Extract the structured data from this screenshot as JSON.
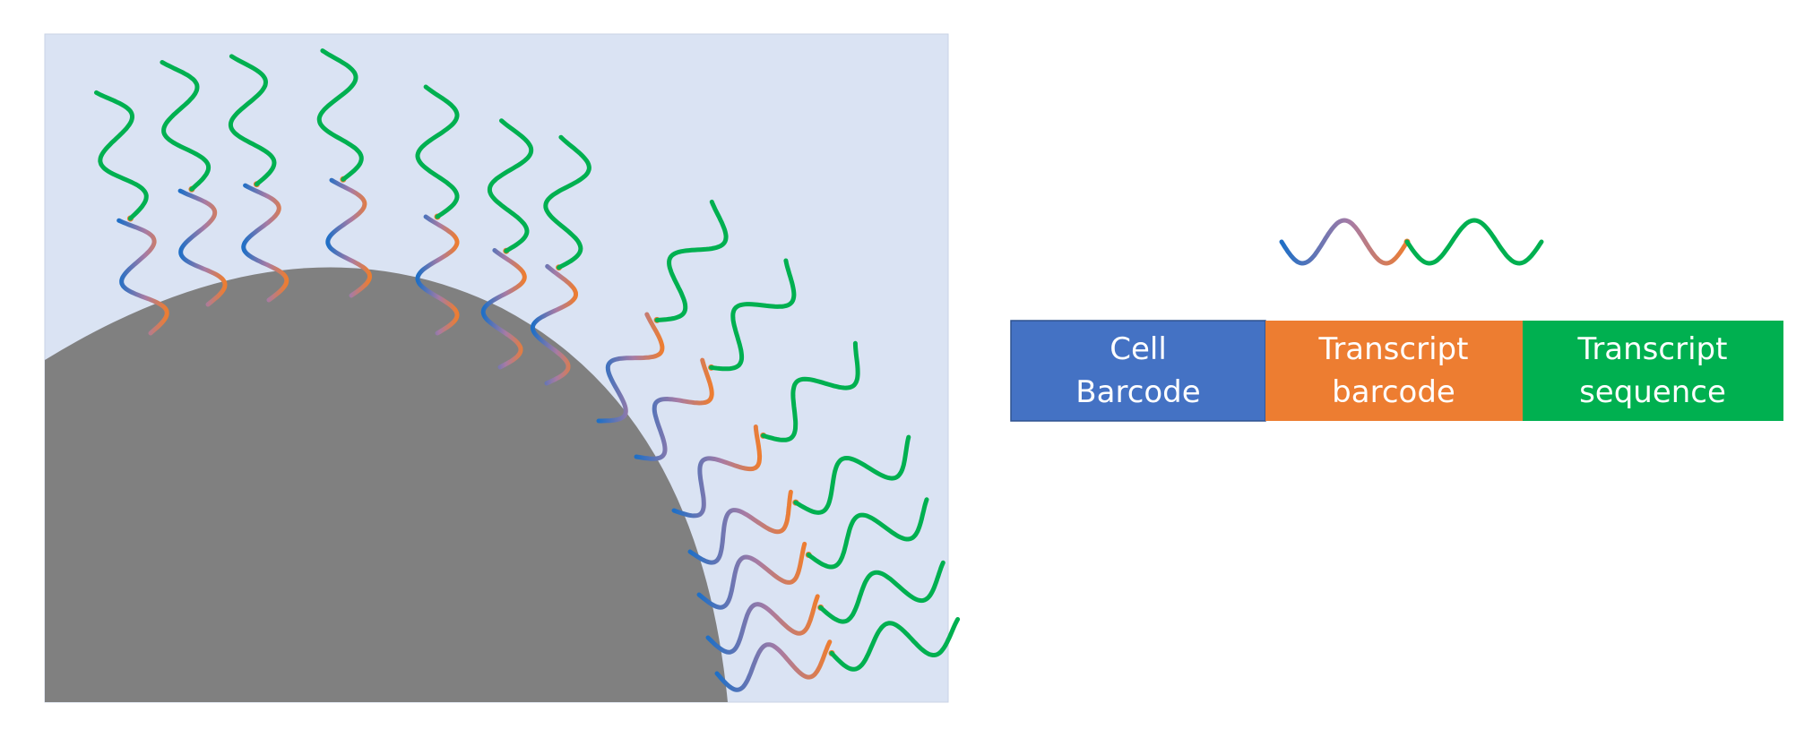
{
  "colors": {
    "panel_background": "#dae3f3",
    "bead": "#808080",
    "cell_barcode": "#4472c4",
    "transcript_barcode": "#ed7d31",
    "transcript_sequence": "#00b050",
    "barcode_gradient_mid": "#a77ba4",
    "strand_blue": "#1f6fc6"
  },
  "legend": {
    "segments": [
      {
        "line1": "Cell",
        "line2": "Barcode"
      },
      {
        "line1": "Transcript",
        "line2": "barcode"
      },
      {
        "line1": "Transcript",
        "line2": "sequence"
      }
    ]
  }
}
